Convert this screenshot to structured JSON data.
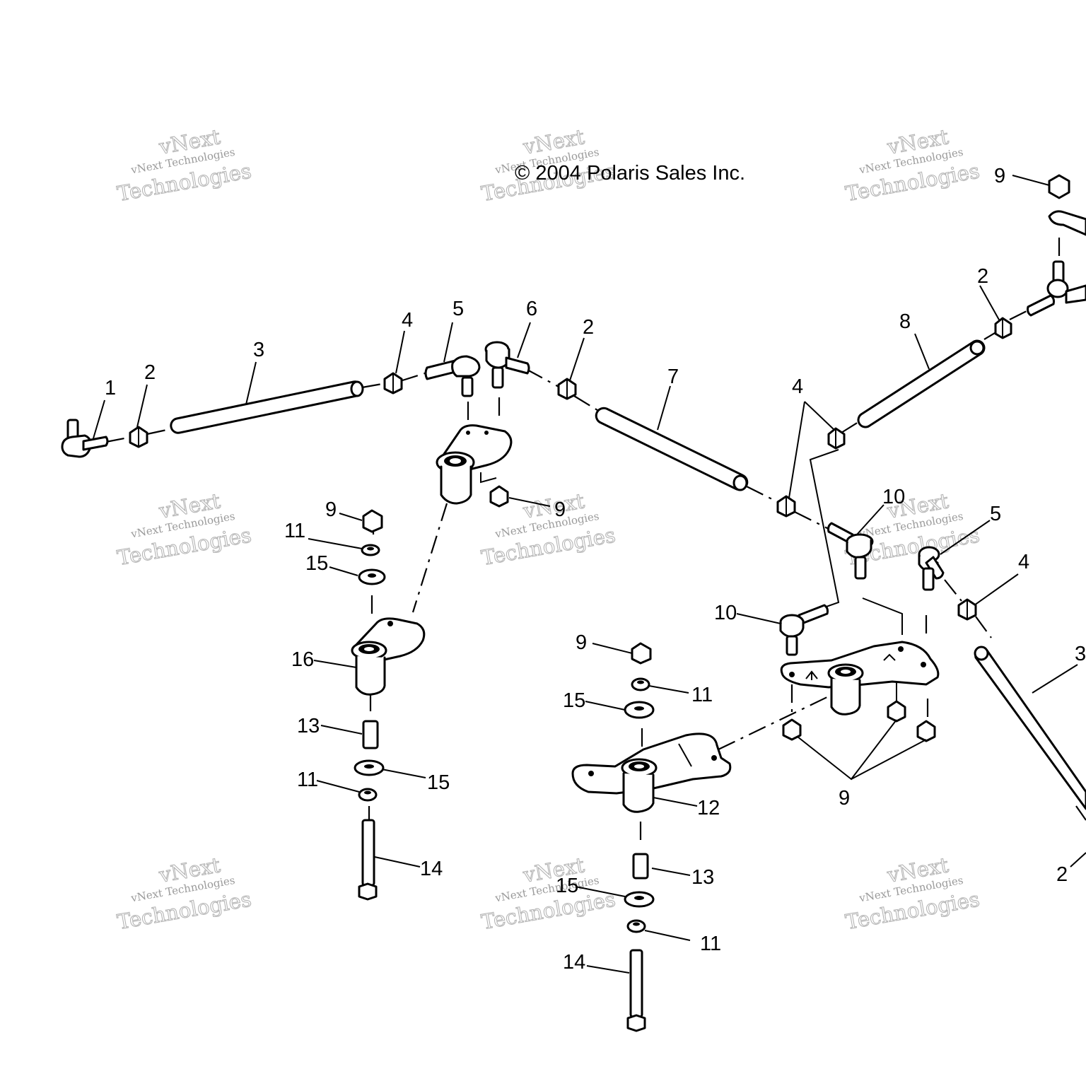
{
  "copyright": "© 2004 Polaris Sales Inc.",
  "watermark": {
    "small": "vNext Technologies",
    "large_top": "vNext",
    "large_bottom": "Technologies"
  },
  "callouts": {
    "c1": "1",
    "c2": "2",
    "c3": "3",
    "c4": "4",
    "c5": "5",
    "c6": "6",
    "c2b": "2",
    "c7": "7",
    "c4b": "4",
    "c2c": "2",
    "c8": "8",
    "c9a": "9",
    "c9b": "9",
    "c11a": "11",
    "c15a": "15",
    "c16": "16",
    "c13a": "13",
    "c11b": "11",
    "c15b": "15",
    "c14a": "14",
    "c9c": "9",
    "c10a": "10",
    "c5b": "5",
    "c4c": "4",
    "c10b": "10",
    "c3b": "3",
    "c9d": "9",
    "c11c": "11",
    "c15c": "15",
    "c12": "12",
    "c9e": "9",
    "c13b": "13",
    "c15d": "15",
    "c11d": "11",
    "c14b": "14",
    "c2d": "2"
  }
}
